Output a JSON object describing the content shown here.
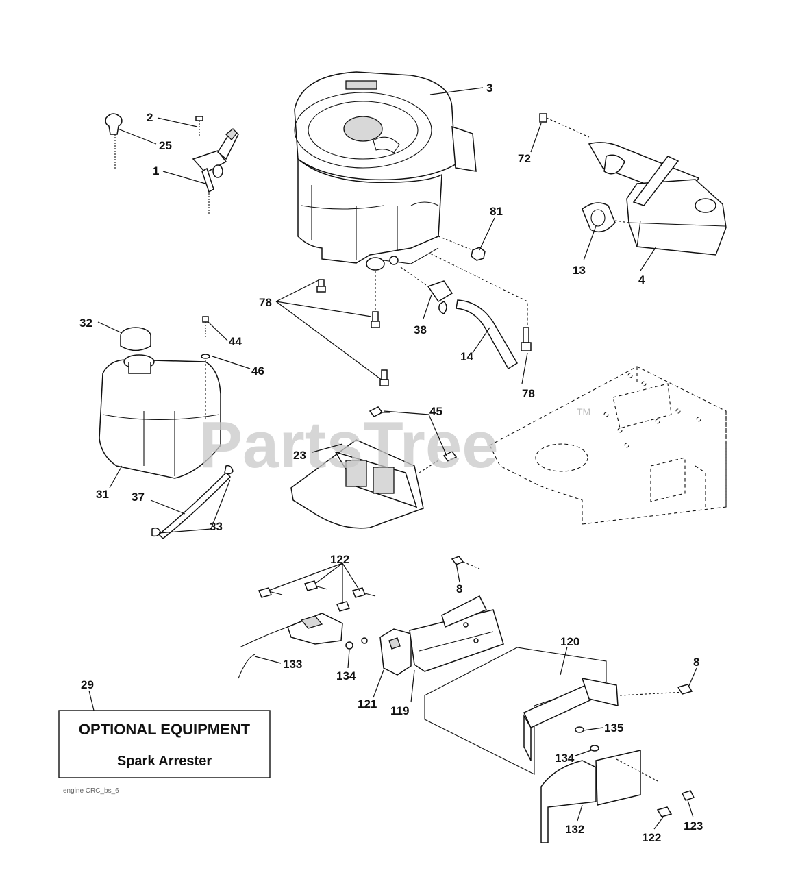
{
  "watermark": {
    "text": "PartsTree",
    "mark": "TM"
  },
  "callouts": {
    "c3": "3",
    "c2": "2",
    "c25": "25",
    "c1": "1",
    "c72": "72",
    "c81": "81",
    "c13": "13",
    "c4": "4",
    "c78a": "78",
    "c38": "38",
    "c14": "14",
    "c78b": "78",
    "c32": "32",
    "c44": "44",
    "c46": "46",
    "c45": "45",
    "c23": "23",
    "c31": "31",
    "c37": "37",
    "c33": "33",
    "c122a": "122",
    "c8a": "8",
    "c120": "120",
    "c8b": "8",
    "c133": "133",
    "c134a": "134",
    "c121": "121",
    "c119": "119",
    "c135": "135",
    "c134b": "134",
    "c29": "29",
    "c132": "132",
    "c122b": "122",
    "c123": "123"
  },
  "optional_box": {
    "title": "OPTIONAL EQUIPMENT",
    "subtitle": "Spark Arrester"
  },
  "reference_code": "engine CRC_bs_6"
}
